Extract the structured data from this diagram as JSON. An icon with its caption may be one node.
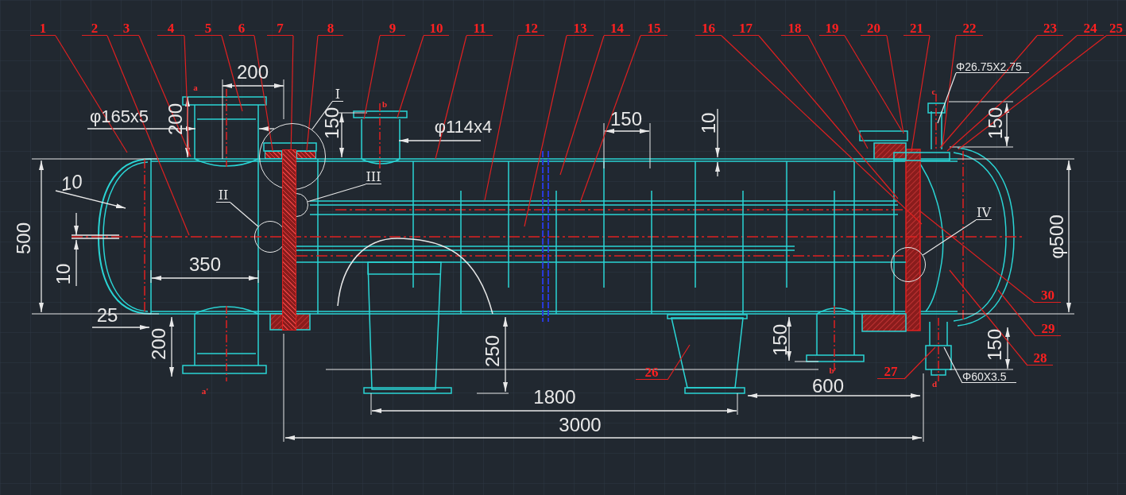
{
  "diagram": {
    "nodes": [
      {
        "text": [
          "1"
        ]
      },
      {
        "text": [
          "2"
        ]
      },
      {
        "text": [
          "3"
        ]
      },
      {
        "text": [
          "4"
        ]
      },
      {
        "text": [
          "5"
        ]
      },
      {
        "text": [
          "6"
        ]
      },
      {
        "text": [
          "7"
        ]
      },
      {
        "text": [
          "8"
        ]
      },
      {
        "text": [
          "9"
        ]
      },
      {
        "text": [
          "10"
        ]
      },
      {
        "text": [
          "11"
        ]
      },
      {
        "text": [
          "12"
        ]
      },
      {
        "text": [
          "13"
        ]
      },
      {
        "text": [
          "14"
        ]
      },
      {
        "text": [
          "15"
        ]
      },
      {
        "text": [
          "16"
        ]
      },
      {
        "text": [
          "17"
        ]
      },
      {
        "text": [
          "18"
        ]
      },
      {
        "text": [
          "19"
        ]
      },
      {
        "text": [
          "20"
        ]
      },
      {
        "text": [
          "21"
        ]
      },
      {
        "text": [
          "22"
        ]
      },
      {
        "text": [
          "23"
        ]
      },
      {
        "text": [
          "24"
        ]
      },
      {
        "text": [
          "25"
        ]
      },
      {
        "text": [
          "26"
        ]
      },
      {
        "text": [
          "27"
        ]
      },
      {
        "text": [
          "28"
        ]
      },
      {
        "text": [
          "29"
        ]
      },
      {
        "text": [
          "30"
        ]
      },
      {
        "text": [
          "I"
        ]
      },
      {
        "text": [
          "II"
        ]
      },
      {
        "text": [
          "III"
        ]
      },
      {
        "text": [
          "IV"
        ]
      },
      {
        "text": [
          "Φ26.75X2.75"
        ]
      },
      {
        "text": [
          "Φ60X3.5"
        ]
      },
      {
        "text": [],
        "shape": "circle"
      },
      {
        "text": [],
        "shape": "circle"
      },
      {
        "text": [],
        "shape": "circle"
      },
      {
        "text": [],
        "shape": "circle"
      },
      {
        "text": [],
        "shape": "box",
        "in": 37
      },
      {
        "text": [],
        "shape": "bar"
      },
      {
        "text": [],
        "shape": "box",
        "in": 37
      }
    ],
    "edges": [
      {
        "from": 0,
        "to": null,
        "arrow": "none"
      },
      {
        "from": 1,
        "to": null,
        "arrow": "none"
      },
      {
        "from": 2,
        "to": null,
        "arrow": "none"
      },
      {
        "from": 3,
        "to": null,
        "arrow": "none"
      },
      {
        "from": 4,
        "to": null,
        "arrow": "none"
      },
      {
        "from": 5,
        "to": 40,
        "arrow": "none"
      },
      {
        "from": 6,
        "to": 41,
        "arrow": "none"
      },
      {
        "from": 7,
        "to": 42,
        "arrow": "none"
      },
      {
        "from": 8,
        "to": null,
        "arrow": "none"
      },
      {
        "from": 9,
        "to": null,
        "arrow": "none"
      },
      {
        "from": 10,
        "to": null,
        "arrow": "none"
      },
      {
        "from": 11,
        "to": null,
        "arrow": "none"
      },
      {
        "from": 12,
        "to": null,
        "arrow": "none"
      },
      {
        "from": 13,
        "to": null,
        "arrow": "none"
      },
      {
        "from": 14,
        "to": null,
        "arrow": "none"
      },
      {
        "from": 15,
        "to": null,
        "arrow": "none"
      },
      {
        "from": 16,
        "to": null,
        "arrow": "none"
      },
      {
        "from": 17,
        "to": null,
        "arrow": "none"
      },
      {
        "from": 18,
        "to": null,
        "arrow": "none"
      },
      {
        "from": 19,
        "to": null,
        "arrow": "none"
      },
      {
        "from": 20,
        "to": null,
        "arrow": "none"
      },
      {
        "from": 21,
        "to": null,
        "arrow": "none"
      },
      {
        "from": 22,
        "to": null,
        "arrow": "none"
      },
      {
        "from": 23,
        "to": null,
        "arrow": "none"
      },
      {
        "from": 24,
        "to": null,
        "arrow": "none"
      },
      {
        "from": 25,
        "to": null,
        "arrow": "none"
      },
      {
        "from": 26,
        "to": null,
        "arrow": "none"
      },
      {
        "from": 27,
        "to": null,
        "arrow": "none"
      },
      {
        "from": 28,
        "to": null,
        "arrow": "none"
      },
      {
        "from": 29,
        "to": null,
        "arrow": "none"
      },
      {
        "from": 30,
        "to": 37,
        "arrow": "none",
        "color": "#e8e8e8"
      },
      {
        "from": 31,
        "to": 36,
        "arrow": "none",
        "color": "#e8e8e8"
      },
      {
        "from": 32,
        "to": 38,
        "arrow": "none",
        "color": "#e8e8e8"
      },
      {
        "from": 33,
        "to": 39,
        "arrow": "none",
        "color": "#e8e8e8"
      },
      {
        "from": 34,
        "to": null,
        "arrow": "none",
        "color": "#e8e8e8"
      },
      {
        "from": 35,
        "to": null,
        "arrow": "none",
        "color": "#e8e8e8"
      }
    ],
    "labels": [
      "200",
      "a",
      "c",
      "b",
      "φ165x5",
      "200",
      "150",
      "φ114x4",
      "150",
      "10",
      "150",
      "10",
      "500",
      "φ500",
      "10",
      "350",
      "25",
      "200",
      "250",
      "150",
      "150",
      "a'",
      "1800",
      "600",
      "b'",
      "d",
      "3000"
    ]
  }
}
